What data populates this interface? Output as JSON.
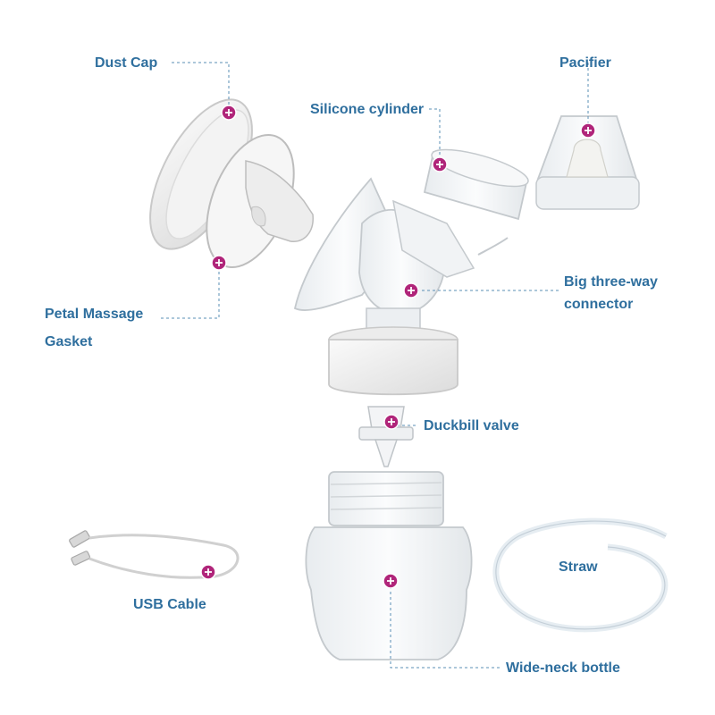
{
  "labels": {
    "dust_cap": "Dust Cap",
    "silicone_cylinder": "Silicone cylinder",
    "pacifier": "Pacifier",
    "petal_massage": "Petal Massage",
    "gasket": "Gasket",
    "big_three_way": "Big three-way",
    "connector": "connector",
    "duckbill_valve": "Duckbill valve",
    "usb_cable": "USB Cable",
    "straw": "Straw",
    "wide_neck_bottle": "Wide-neck bottle"
  },
  "colors": {
    "label_text": "#2f6f9e",
    "leader_line": "#5a8fb5",
    "marker_fill": "#b0257a",
    "marker_plus": "#ffffff",
    "part_fill": "#eeeeee",
    "part_stroke": "#c7c7c7",
    "clear_plastic": "#f4f6f8"
  },
  "markers": [
    "dust-cap-marker",
    "silicone-cylinder-marker",
    "pacifier-marker",
    "petal-gasket-marker",
    "three-way-connector-marker",
    "duckbill-valve-marker",
    "usb-cable-marker",
    "bottle-marker"
  ]
}
